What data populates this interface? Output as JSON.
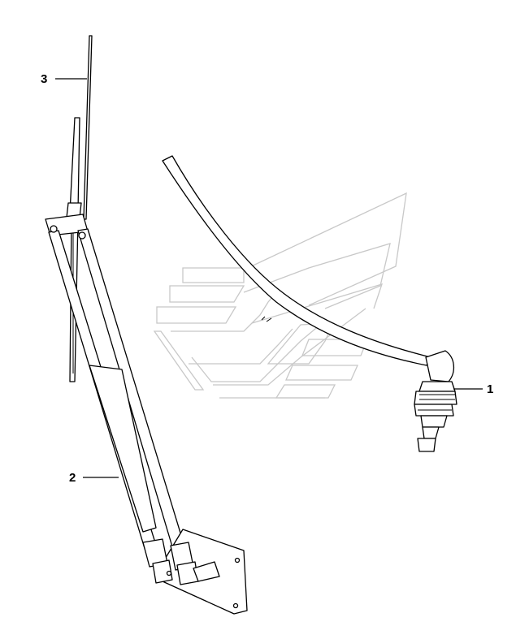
{
  "callouts": {
    "label_1": "1",
    "label_2": "2",
    "label_3": "3"
  },
  "colors": {
    "line": "#000000",
    "watermark": "#c8c8c8",
    "background": "#ffffff"
  }
}
